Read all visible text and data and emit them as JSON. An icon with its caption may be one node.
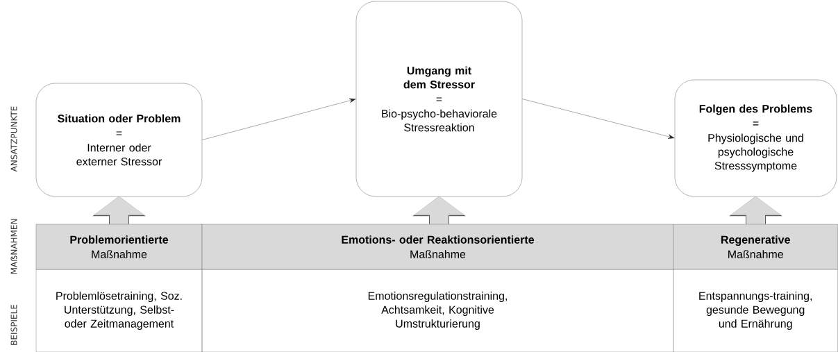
{
  "diagram": {
    "nodes": [
      {
        "text": [
          "Situation oder Problem",
          "=",
          "Interner oder externer Stressor"
        ]
      },
      {
        "text": [
          "Umgang mit dem Stressor",
          "=",
          "Bio-psycho-behaviorale Stressreaktion"
        ]
      },
      {
        "text": [
          "Folgen des Problems",
          "=",
          "Physiologische und psychologische Stresssymptome"
        ]
      },
      {
        "text": [
          "Problemorientierte",
          "Maßnahme"
        ]
      },
      {
        "text": [
          "Emotions- oder Reaktionsorientierte",
          "Maßnahme"
        ]
      },
      {
        "text": [
          "Regenerative",
          "Maßnahme"
        ]
      },
      {
        "text": [
          "Problemlösetraining, Soz. Unterstützung, Selbst- oder Zeitmanagement"
        ]
      },
      {
        "text": [
          "Emotionsregulationstraining, Achtsamkeit, Kognitive Umstrukturierung"
        ]
      },
      {
        "text": [
          "Entspannungs-training, gesunde Bewegung und Ernährung"
        ]
      }
    ],
    "edges": [
      {
        "from": 0,
        "to": 1,
        "arrow": "to",
        "color": "#262626"
      },
      {
        "from": 1,
        "to": 2,
        "arrow": "to",
        "color": "#262626"
      },
      {
        "from": 3,
        "to": 0,
        "arrow": "to"
      },
      {
        "from": 4,
        "to": 1,
        "arrow": "to"
      },
      {
        "from": 5,
        "to": 2,
        "arrow": "to"
      }
    ],
    "labels": [
      "ANSATZPUNKTE",
      "MAẞNAHMEN",
      "BEISPIELE"
    ]
  }
}
